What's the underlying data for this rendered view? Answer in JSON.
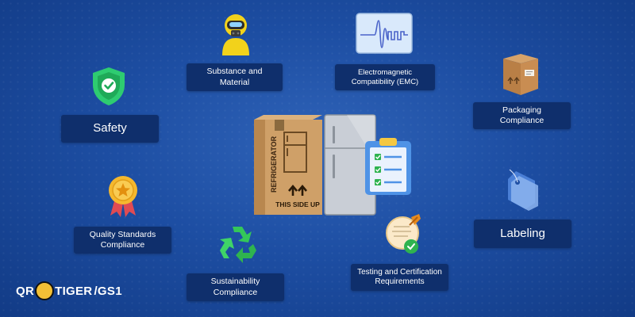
{
  "labels": {
    "safety": "Safety",
    "substance": "Substance and\nMaterial",
    "emc": "Electromagnetic\nCompatibility (EMC)",
    "packaging": "Packaging\nCompliance",
    "quality": "Quality Standards\nCompliance",
    "sustainability": "Sustainability\nCompliance",
    "testing": "Testing and Certification\nRequirements",
    "labeling": "Labeling"
  },
  "box": {
    "side_text": "REFRIGERATOR",
    "front_text": "THIS SIDE UP"
  },
  "logo": {
    "brand_left": "QR",
    "brand_right": "TIGER",
    "suffix": "/GS1"
  },
  "colors": {
    "background": "#1d4ea3",
    "label_bg": "#0f2f6c",
    "shield": "#2ecc71",
    "recycle": "#34c759",
    "badge": "#f5b82e"
  }
}
